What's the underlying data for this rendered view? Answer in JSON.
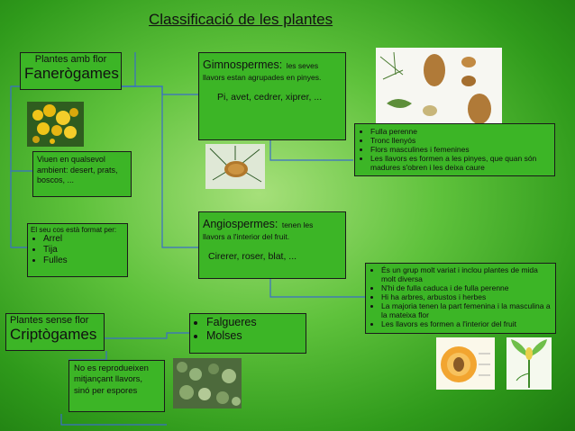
{
  "title": "Classificació de les plantes",
  "fanerogames": {
    "subtitle": "Plantes amb flor",
    "title": "Fanerògames"
  },
  "habitat": {
    "text": "Viuen en qualsevol ambient: desert, prats, boscos, ..."
  },
  "structure": {
    "heading": "El seu cos està format per:",
    "items": [
      "Arrel",
      "Tija",
      "Fulles"
    ]
  },
  "criptogames": {
    "subtitle": "Plantes sense flor",
    "title": "Criptògames"
  },
  "reproduction": {
    "text": "No es reprodueixen mitjançant llavors, sinó per espores"
  },
  "gimnospermes": {
    "title": "Gimnospermes:",
    "desc_a": "les seves",
    "desc_b": "llavors estan agrupades en pinyes.",
    "examples": "Pi, avet, cedrer, xiprer, ..."
  },
  "gimno_features": [
    "Fulla perenne",
    "Tronc llenyós",
    "Flors masculines i femenines",
    "Les llavors es formen a les pinyes, que quan són madures s'obren i les deixa caure"
  ],
  "angiospermes": {
    "title": "Angiospermes:",
    "desc_a": "tenen les",
    "desc_b": "llavors a l'interior del fruit.",
    "examples": "Cirerer, roser, blat, ..."
  },
  "angio_features": [
    "És un grup molt variat i inclou plantes de mida molt diversa",
    "N'hi de fulla caduca i de fulla perenne",
    "Hi ha arbres, arbustos i herbes",
    "La majoria tenen la part femenina i la masculina a la mateixa flor",
    "Les llavors es formen a l'interior del fruit"
  ],
  "cripto_types": [
    "Falgueres",
    "Molses"
  ],
  "colors": {
    "box_fill": "#3cb526",
    "line": "#3a6ec8"
  }
}
